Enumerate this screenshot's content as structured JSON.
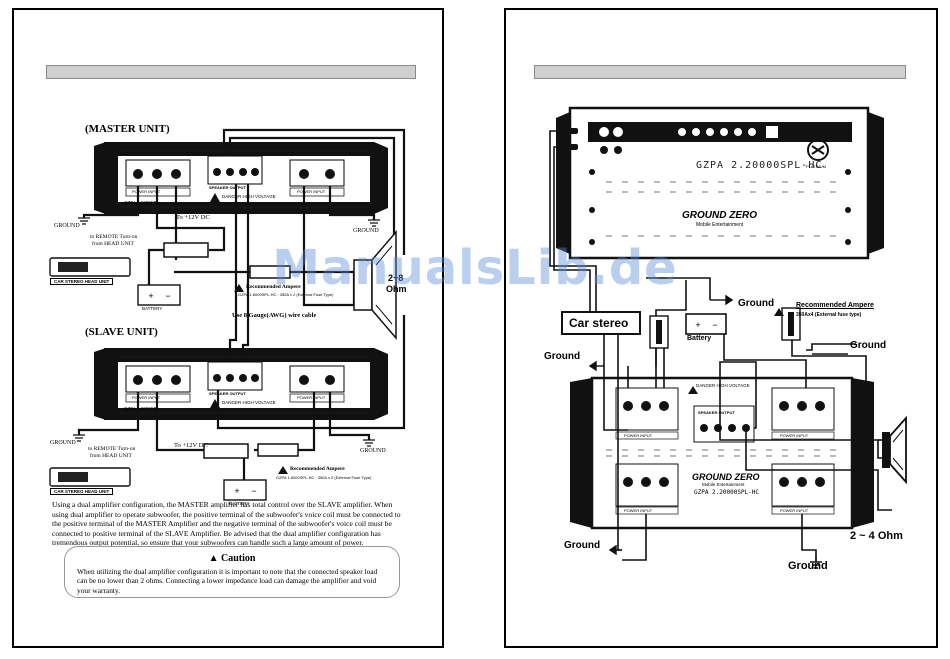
{
  "left": {
    "master_label": "(MASTER UNIT)",
    "slave_label": "(SLAVE UNIT)",
    "speaker_output": "SPEAKER OUTPUT",
    "danger": "DANGER HIGH VOLTAGE",
    "power_input": "POWER INPUT",
    "model": "GZPA 1.6000SPL",
    "to_12v": "To +12V DC",
    "ground": "GROUND",
    "remote_line1": "to REMOTE Turn-on",
    "remote_line2": "from HEAD UNIT",
    "head_unit_label": "CAR STEREO HEAD UNIT",
    "battery": "BATTERY",
    "recommended_ampere": "Recommended Ampere",
    "ampere_detail": "GZPA 1.6000SPL-HC : 350A x 2 (External Fuse Type)",
    "wire_note": "Use 8 Gauge(AWG) wire cable",
    "ohm_line1": "2~8",
    "ohm_line2": "Ohm",
    "body_text": "Using a dual amplifier configuration, the MASTER amplifier has total control over the SLAVE amplifier. When using dual amplifier to operate subwoofer, the positive terminal of the subwoofer's voice coil must be connected to the positive terminal of the MASTER Amplifier and the negative terminal of the subwoofer's voice coil must be connected to positive terminal of the SLAVE Amplifier. Be advised that the dual amplifier configuration has tremendous output potential, so ensure that your subwoofers can handle such a large amount of power.",
    "caution_title": "Caution",
    "caution_text": "When utilizing the dual amplifier configuration it is important to note that the connected speaker load can be no lower than 2 ohms. Connecting a lower impedance load can damage the amplifier and void your warranty."
  },
  "right": {
    "model": "GZPA 2.20000SPL-HC",
    "brand": "GROUND ZERO",
    "brand_sub": "Mobile Entertainment",
    "platinum": "PLATINUM",
    "car_stereo": "Car stereo",
    "ground": "Ground",
    "battery": "Battery",
    "recommended_ampere": "Recommended Ampere",
    "ampere_detail": "350Ax4 (External fuse type)",
    "ohm": "2 ~ 4 Ohm",
    "danger": "DANGER HIGH VOLTAGE",
    "speaker_output": "SPEAKER OUTPUT",
    "power_input": "POWER INPUT"
  },
  "watermark": "ManualsLib.de"
}
